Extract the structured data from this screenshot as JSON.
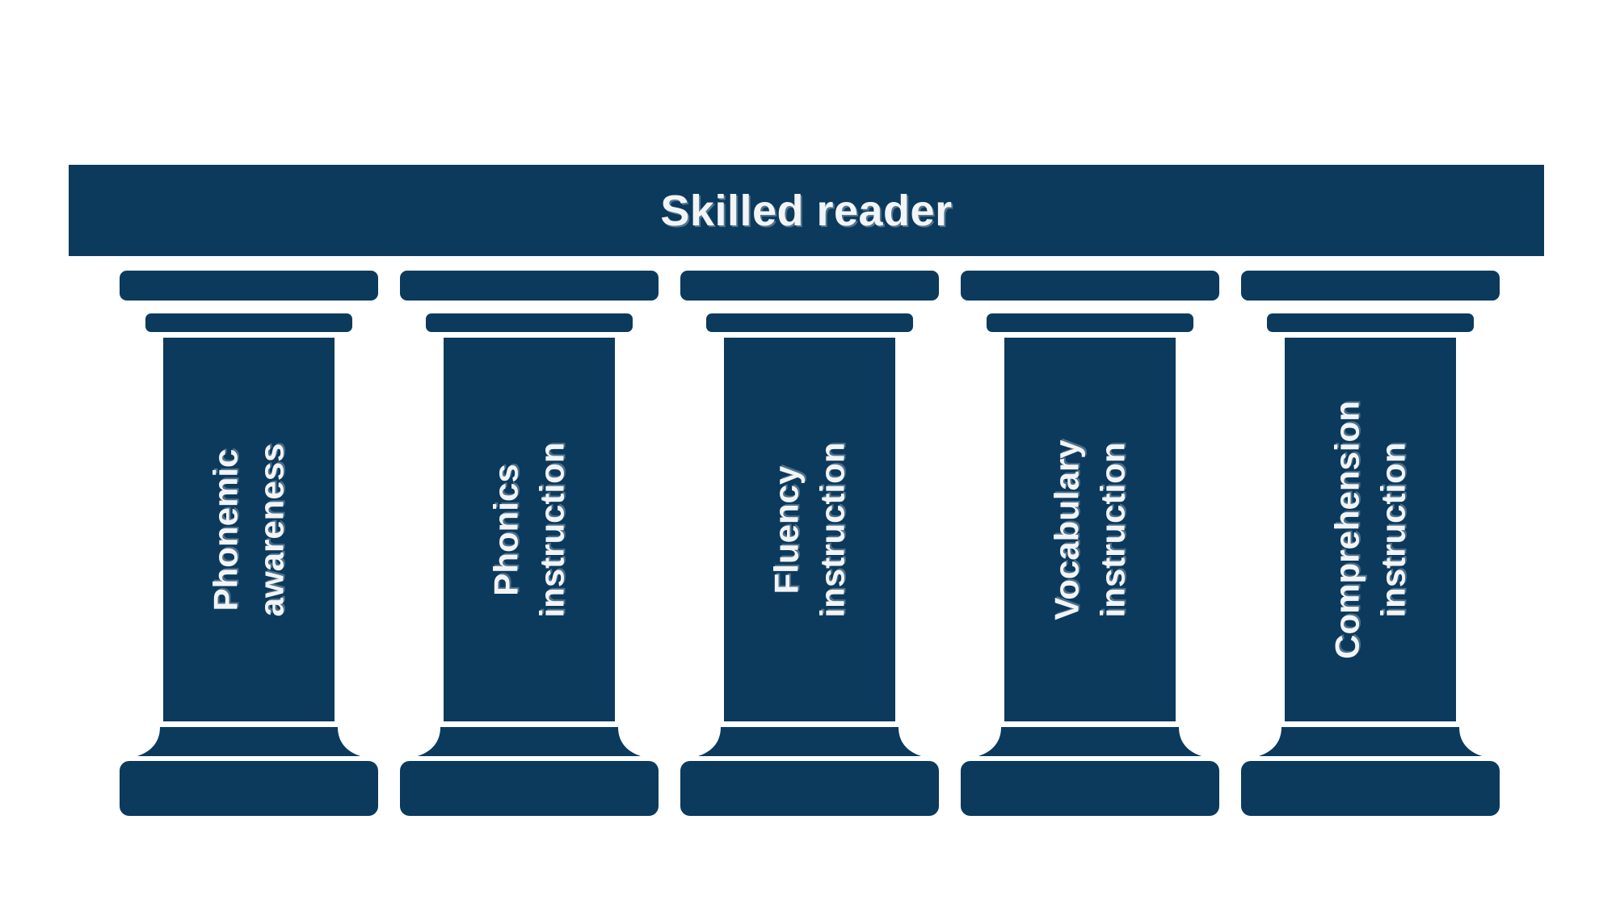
{
  "colors": {
    "brand": "#0b3a5d",
    "text_on_brand": "#f2f4f6",
    "background": "#ffffff"
  },
  "header": {
    "title": "Skilled reader"
  },
  "diagram": {
    "type": "pillars-infographic",
    "pillar_count": 5,
    "pillars": [
      {
        "id": "phonemic-awareness",
        "line1": "Phonemic",
        "line2": "awareness"
      },
      {
        "id": "phonics-instruction",
        "line1": "Phonics",
        "line2": "instruction"
      },
      {
        "id": "fluency-instruction",
        "line1": "Fluency",
        "line2": "instruction"
      },
      {
        "id": "vocabulary-instruction",
        "line1": "Vocabulary",
        "line2": "instruction"
      },
      {
        "id": "comprehension-instruction",
        "line1": "Comprehension",
        "line2": "instruction"
      }
    ]
  }
}
